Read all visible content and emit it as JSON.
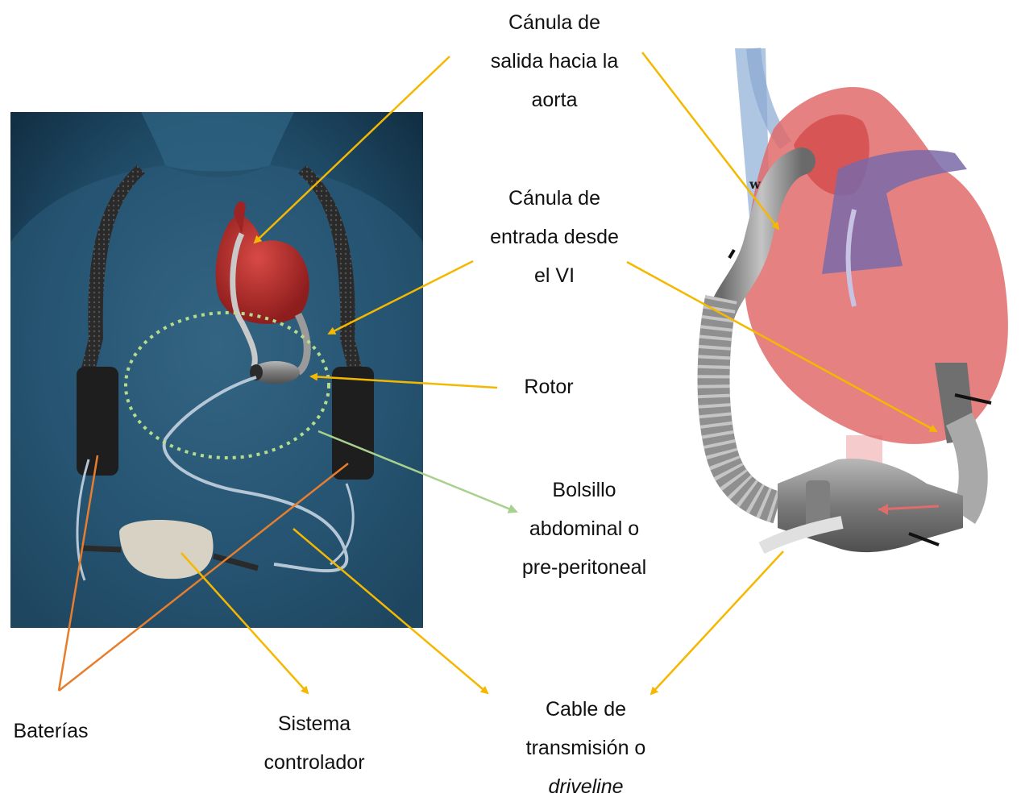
{
  "labels": {
    "outflow": [
      "Cánula de",
      "salida hacia la",
      "aorta"
    ],
    "inflow": [
      "Cánula de",
      "entrada desde",
      "el VI"
    ],
    "rotor": "Rotor",
    "pocket": [
      "Bolsillo",
      "abdominal o",
      "pre-peritoneal"
    ],
    "batteries": "Baterías",
    "controller": [
      "Sistema",
      "controlador"
    ],
    "driveline": [
      "Cable de",
      "transmisión o",
      "driveline"
    ]
  },
  "colors": {
    "arrow_yellow": "#F5B800",
    "arrow_orange": "#E67E2E",
    "arrow_green": "#A9D18E",
    "pocket_dots": "#B5DC8C",
    "body_bg": "#1E4560",
    "heart_red": "#B52A2A",
    "device_gray": "#8C8C8C"
  }
}
